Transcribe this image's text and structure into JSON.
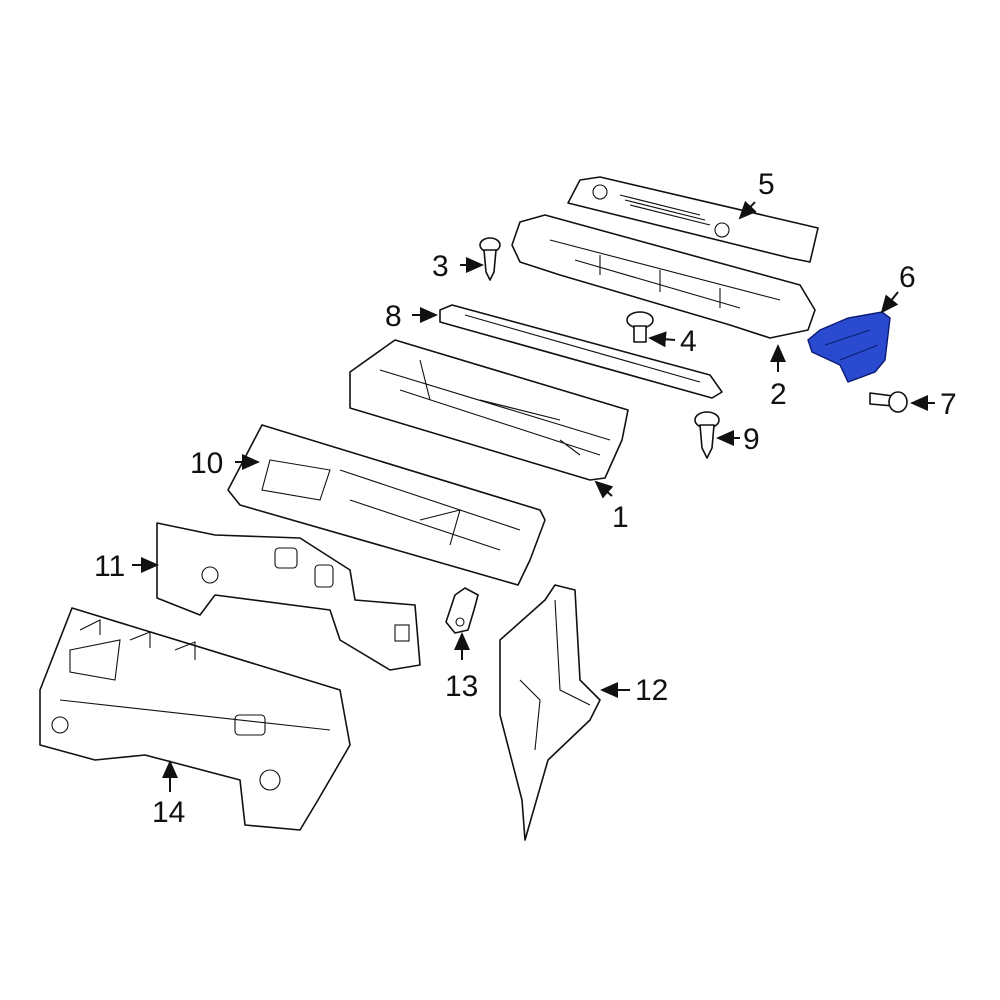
{
  "diagram": {
    "highlight_color": "#2a4bd0",
    "callouts": [
      {
        "id": "1",
        "label": "1"
      },
      {
        "id": "2",
        "label": "2"
      },
      {
        "id": "3",
        "label": "3"
      },
      {
        "id": "4",
        "label": "4"
      },
      {
        "id": "5",
        "label": "5"
      },
      {
        "id": "6",
        "label": "6"
      },
      {
        "id": "7",
        "label": "7"
      },
      {
        "id": "8",
        "label": "8"
      },
      {
        "id": "9",
        "label": "9"
      },
      {
        "id": "10",
        "label": "10"
      },
      {
        "id": "11",
        "label": "11"
      },
      {
        "id": "12",
        "label": "12"
      },
      {
        "id": "13",
        "label": "13"
      },
      {
        "id": "14",
        "label": "14"
      }
    ]
  }
}
